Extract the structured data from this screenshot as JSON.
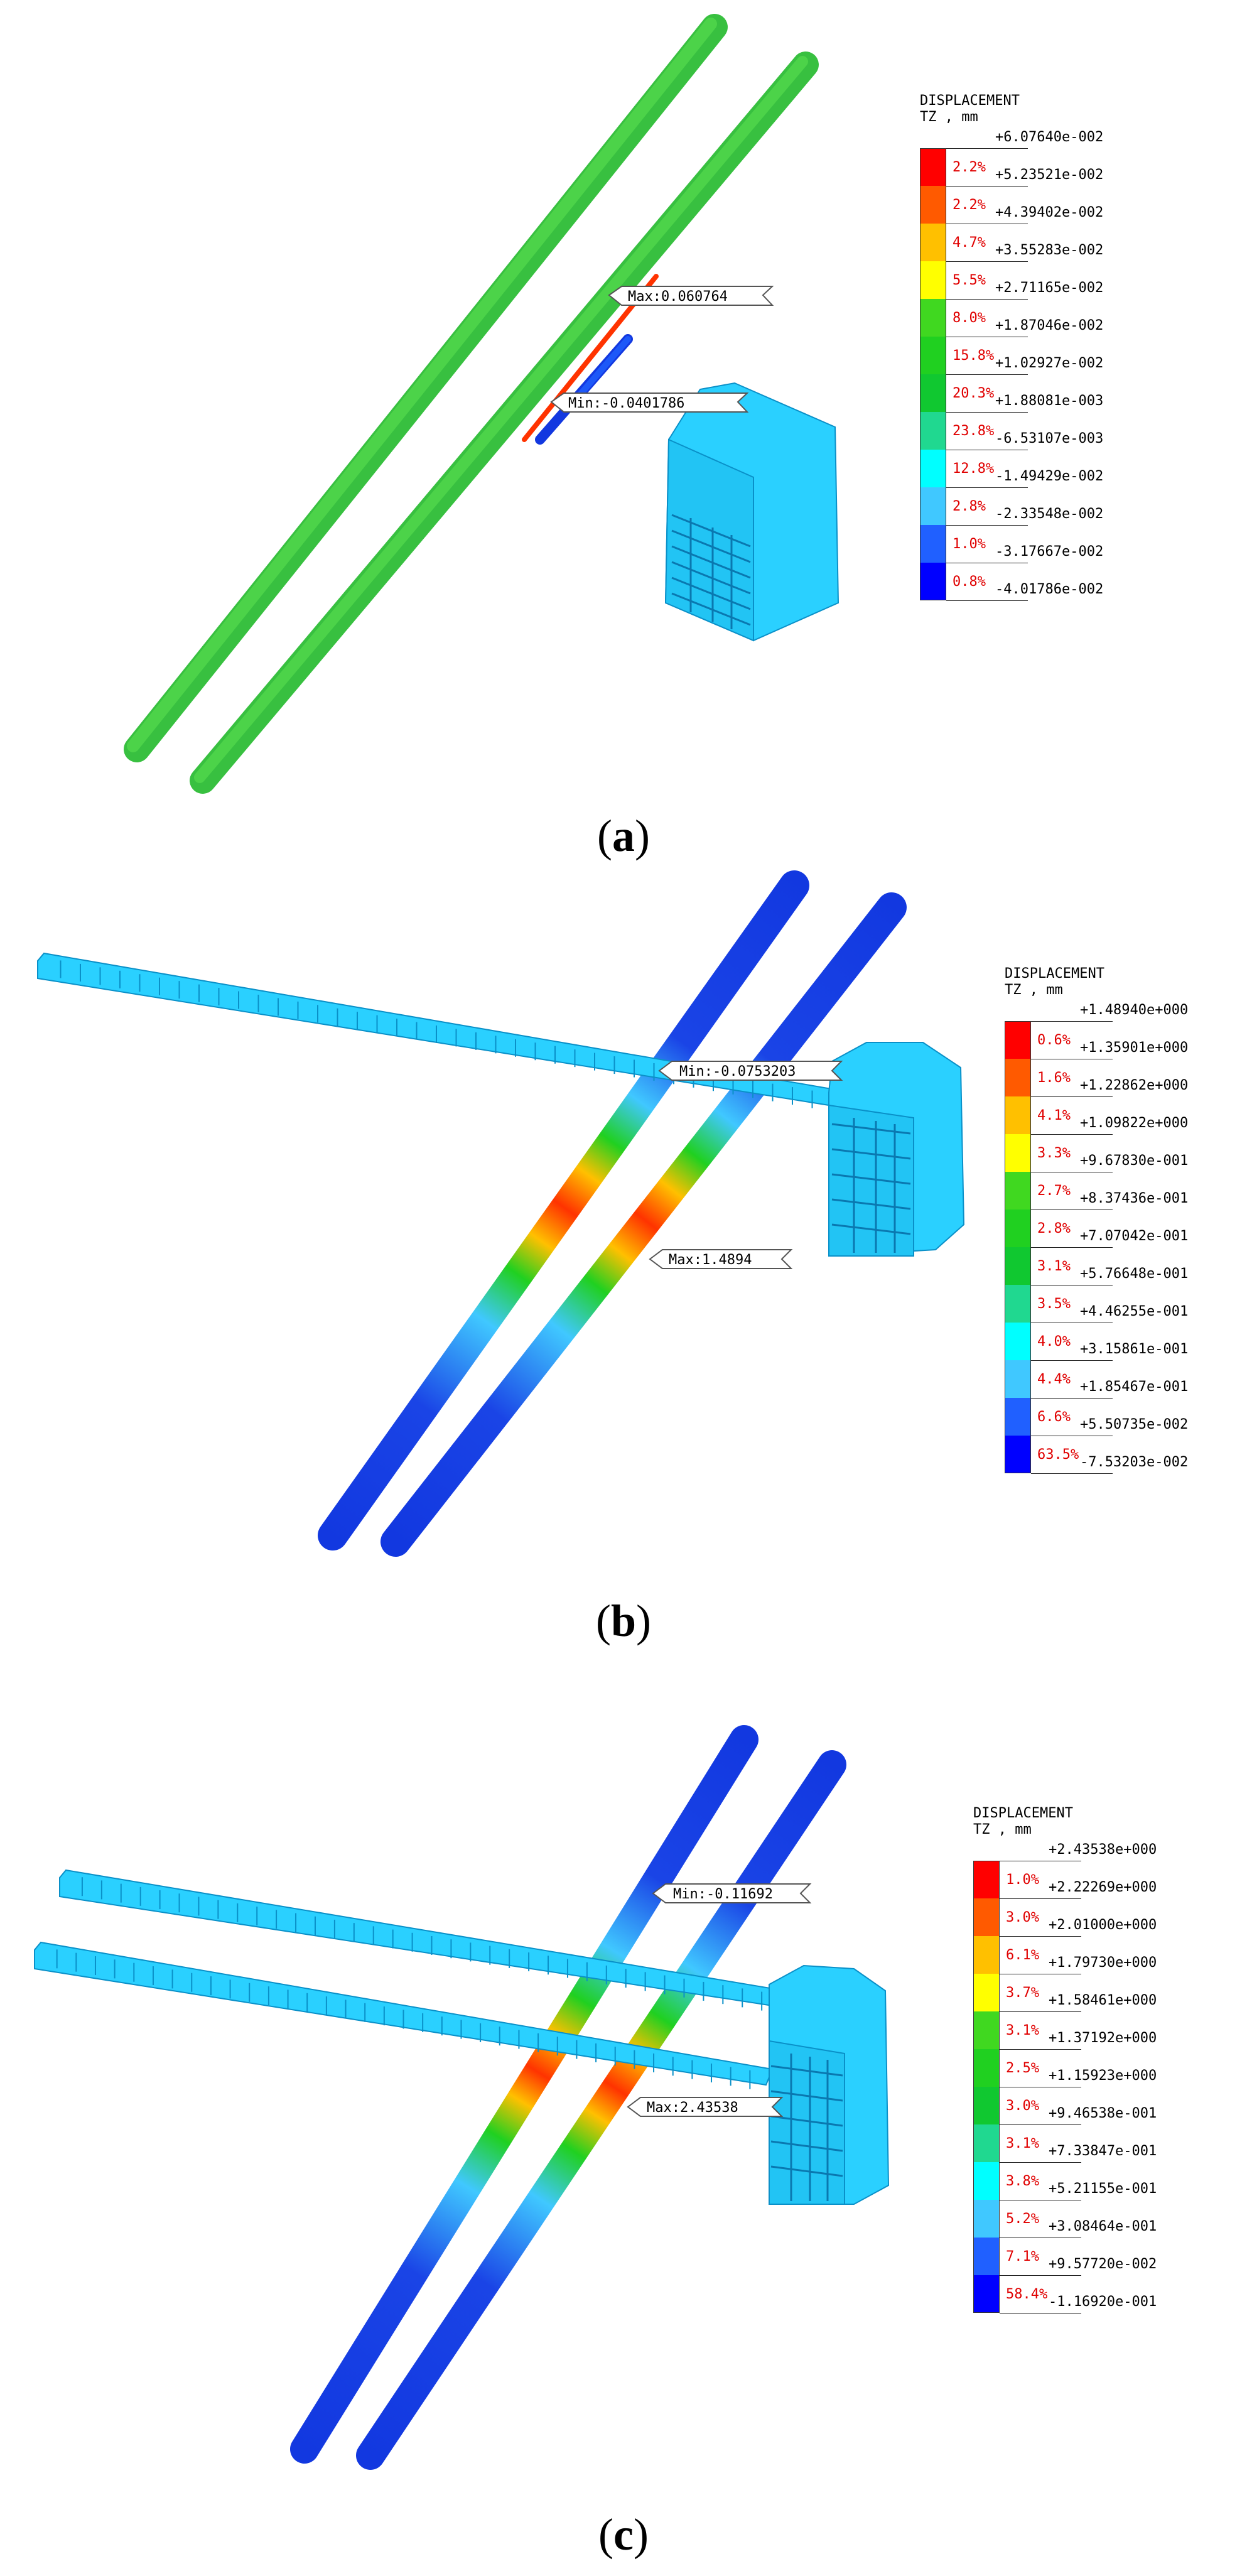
{
  "panels": [
    {
      "id": "a",
      "caption_open": "(",
      "caption_letter": "a",
      "caption_close": ")",
      "legend": {
        "title_line1": "DISPLACEMENT",
        "title_line2": "TZ , mm",
        "values": [
          "+6.07640e-002",
          "+5.23521e-002",
          "+4.39402e-002",
          "+3.55283e-002",
          "+2.71165e-002",
          "+1.87046e-002",
          "+1.02927e-002",
          "+1.88081e-003",
          "-6.53107e-003",
          "-1.49429e-002",
          "-2.33548e-002",
          "-3.17667e-002",
          "-4.01786e-002"
        ],
        "percents": [
          "2.2%",
          "2.2%",
          "4.7%",
          "5.5%",
          "8.0%",
          "15.8%",
          "20.3%",
          "23.8%",
          "12.8%",
          "2.8%",
          "1.0%",
          "0.8%"
        ]
      },
      "max_label": "Max:0.060764",
      "min_label": "Min:-0.0401786"
    },
    {
      "id": "b",
      "caption_open": "(",
      "caption_letter": "b",
      "caption_close": ")",
      "legend": {
        "title_line1": "DISPLACEMENT",
        "title_line2": "TZ , mm",
        "values": [
          "+1.48940e+000",
          "+1.35901e+000",
          "+1.22862e+000",
          "+1.09822e+000",
          "+9.67830e-001",
          "+8.37436e-001",
          "+7.07042e-001",
          "+5.76648e-001",
          "+4.46255e-001",
          "+3.15861e-001",
          "+1.85467e-001",
          "+5.50735e-002",
          "-7.53203e-002"
        ],
        "percents": [
          "0.6%",
          "1.6%",
          "4.1%",
          "3.3%",
          "2.7%",
          "2.8%",
          "3.1%",
          "3.5%",
          "4.0%",
          "4.4%",
          "6.6%",
          "63.5%"
        ]
      },
      "max_label": "Max:1.4894",
      "min_label": "Min:-0.0753203"
    },
    {
      "id": "c",
      "caption_open": "(",
      "caption_letter": "c",
      "caption_close": ")",
      "legend": {
        "title_line1": "DISPLACEMENT",
        "title_line2": "TZ , mm",
        "values": [
          "+2.43538e+000",
          "+2.22269e+000",
          "+2.01000e+000",
          "+1.79730e+000",
          "+1.58461e+000",
          "+1.37192e+000",
          "+1.15923e+000",
          "+9.46538e-001",
          "+7.33847e-001",
          "+5.21155e-001",
          "+3.08464e-001",
          "+9.57720e-002",
          "-1.16920e-001"
        ],
        "percents": [
          "1.0%",
          "3.0%",
          "6.1%",
          "3.7%",
          "3.1%",
          "2.5%",
          "3.0%",
          "3.1%",
          "3.8%",
          "5.2%",
          "7.1%",
          "58.4%"
        ]
      },
      "max_label": "Max:2.43538",
      "min_label": "Min:-0.11692"
    }
  ],
  "colors": {
    "scale": [
      "#ff0000",
      "#ff5a00",
      "#ffc000",
      "#ffff00",
      "#40d820",
      "#20d020",
      "#10c830",
      "#20d890",
      "#00ffff",
      "#40c8ff",
      "#2060ff",
      "#0000ff"
    ],
    "structure": "#2ad0ff",
    "structure_dark": "#0a90c8",
    "pipe_green": "#3fd84a",
    "pipe_blue": "#1238e0"
  }
}
